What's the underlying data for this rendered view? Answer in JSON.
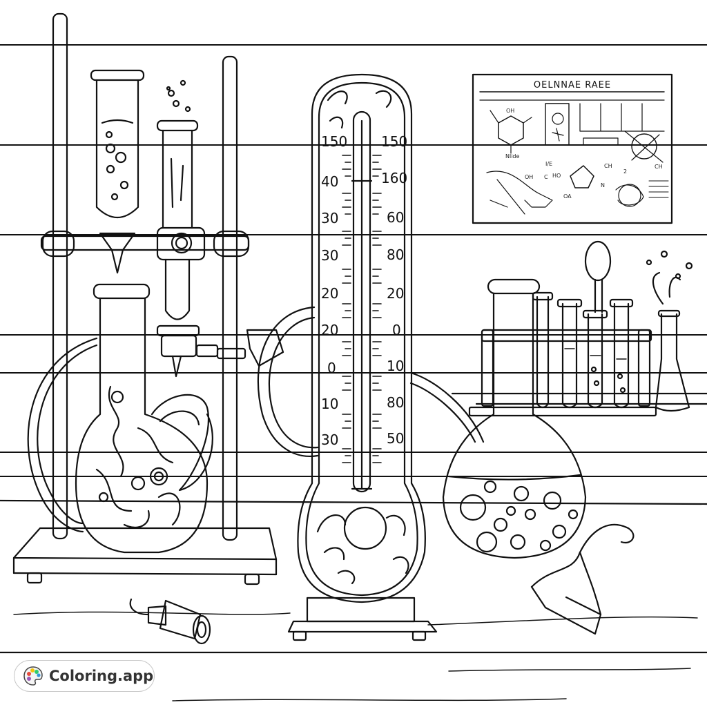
{
  "poster": {
    "title": "OELNNAE RAEE",
    "labels": [
      "OH",
      "HO",
      "Nlide",
      "I/E",
      "OH",
      "C",
      "OA",
      "2",
      "CH",
      "CH",
      "N"
    ]
  },
  "thermometer": {
    "left_scale": [
      "150",
      "40",
      "30",
      "30",
      "20",
      "20",
      "0",
      "10",
      "30"
    ],
    "right_scale": [
      "150",
      "160",
      "60",
      "80",
      "20",
      "0",
      "10",
      "80",
      "50"
    ]
  },
  "badge": {
    "label": "Coloring.app",
    "palette_colors": [
      "#e74c3c",
      "#f1c40f",
      "#2ecc71",
      "#3498db",
      "#9b59b6"
    ]
  }
}
